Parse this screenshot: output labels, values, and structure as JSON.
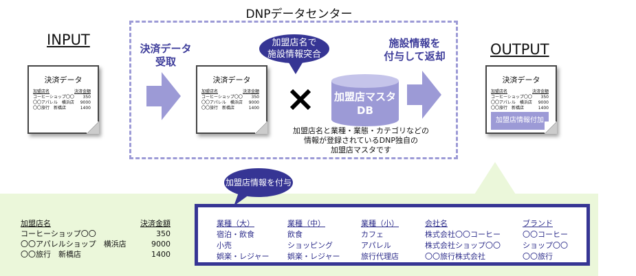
{
  "title": "DNPデータセンター",
  "input_label": "INPUT",
  "output_label": "OUTPUT",
  "doc": {
    "title": "決済データ",
    "col1": "加盟店名",
    "col2": "決済金額",
    "rows": [
      {
        "name": "コーヒーショップ〇〇",
        "amount": "350"
      },
      {
        "name": "〇〇アパレル　横浜店",
        "amount": "9000"
      },
      {
        "name": "〇〇旅行　新橋店",
        "amount": "1400"
      }
    ]
  },
  "step1": [
    "決済データ",
    "受取"
  ],
  "bubble1": [
    "加盟店名で",
    "施設情報突合"
  ],
  "db": [
    "加盟店マスタ",
    "DB"
  ],
  "step2": [
    "施設情報を",
    "付与して返却"
  ],
  "db_caption": [
    "加盟店名と業種・業態・カテゴリなどの",
    "情報が登録されているDNP独自の",
    "加盟店マスタです"
  ],
  "output_band": "加盟店情報付加",
  "bubble2": "加盟店情報を付与",
  "left_table": {
    "col1": "加盟店名",
    "col2": "決済金額",
    "rows": [
      {
        "name": "コーヒーショップ〇〇",
        "amount": "350"
      },
      {
        "name": "〇〇アパレルショップ　横浜店",
        "amount": "9000"
      },
      {
        "name": "〇〇旅行　新橋店",
        "amount": "1400"
      }
    ]
  },
  "info_columns": [
    {
      "header": "業種（大）",
      "values": [
        "宿泊・飲食",
        "小売",
        "娯楽・レジャー"
      ]
    },
    {
      "header": "業種（中）",
      "values": [
        "飲食",
        "ショッピング",
        "娯楽・レジャー"
      ]
    },
    {
      "header": "業種（小）",
      "values": [
        "カフェ",
        "アパレル",
        "旅行代理店"
      ]
    },
    {
      "header": "会社名",
      "values": [
        "株式会社〇〇コーヒー",
        "株式会社ショップ〇〇",
        "〇〇旅行株式会社"
      ]
    },
    {
      "header": "ブランド",
      "values": [
        "〇〇コーヒー",
        "ショップ〇〇",
        "〇〇旅行"
      ]
    }
  ],
  "colors": {
    "accent": "#363594",
    "light": "#9c9ad6",
    "green": "#ebf7da"
  }
}
